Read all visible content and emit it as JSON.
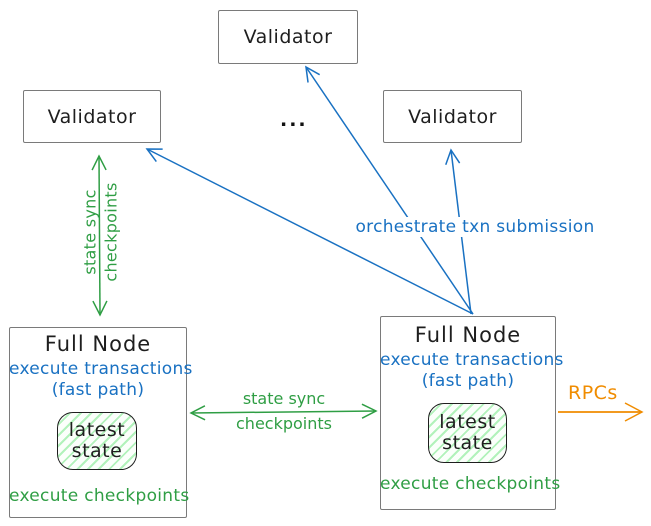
{
  "colors": {
    "ink": "#1e1e1e",
    "blue": "#1971c2",
    "green": "#2f9e44",
    "orange": "#f08c00",
    "border": "#7a7a7a",
    "hatch": "#b2f2bb"
  },
  "validators": {
    "top": "Validator",
    "left": "Validator",
    "right": "Validator",
    "ellipsis": "..."
  },
  "full_node_left": {
    "title": "Full Node",
    "exec_line1": "execute transactions",
    "exec_line2": "(fast path)",
    "state_line1": "latest",
    "state_line2": "state",
    "footer": "execute checkpoints"
  },
  "full_node_right": {
    "title": "Full Node",
    "exec_line1": "execute transactions",
    "exec_line2": "(fast path)",
    "state_line1": "latest",
    "state_line2": "state",
    "footer": "execute checkpoints"
  },
  "edge_labels": {
    "left_sync_line1": "state sync",
    "left_sync_line2": "checkpoints",
    "mid_sync_line1": "state sync",
    "mid_sync_line2": "checkpoints",
    "orchestrate": "orchestrate txn submission",
    "rpcs": "RPCs"
  }
}
